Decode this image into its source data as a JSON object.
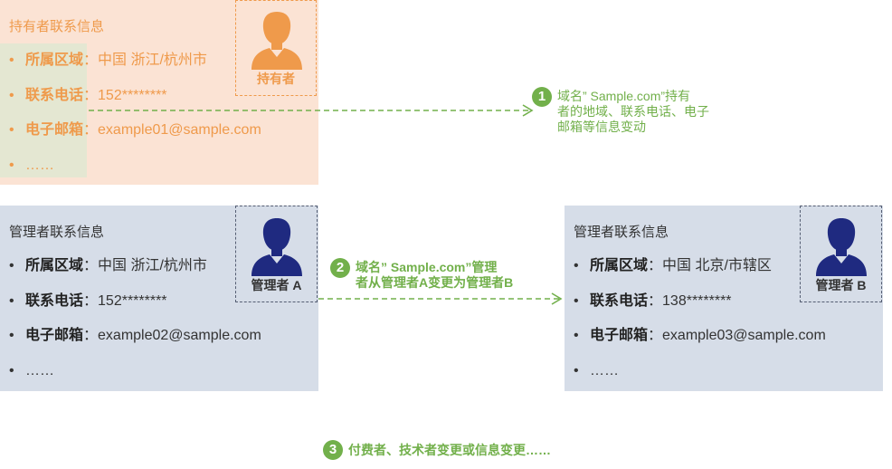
{
  "owner": {
    "title": "持有者联系信息",
    "avatar_label": "持有者",
    "fields": [
      {
        "label": "所属区域",
        "value": "：中国 浙江/杭州市"
      },
      {
        "label": "联系电话",
        "value": "：152********"
      },
      {
        "label": "电子邮箱",
        "value": "：example01@sample.com"
      }
    ],
    "more": "……",
    "bullet": "•"
  },
  "admin_a": {
    "title": "管理者联系信息",
    "avatar_label": "管理者 A",
    "fields": [
      {
        "label": "所属区域",
        "value": "：中国 浙江/杭州市"
      },
      {
        "label": "联系电话",
        "value": "：152********"
      },
      {
        "label": "电子邮箱",
        "value": "：example02@sample.com"
      }
    ],
    "more": "……",
    "bullet": "•"
  },
  "admin_b": {
    "title": "管理者联系信息",
    "avatar_label": "管理者 B",
    "fields": [
      {
        "label": "所属区域",
        "value": "：中国 北京/市辖区"
      },
      {
        "label": "联系电话",
        "value": "：138********"
      },
      {
        "label": "电子邮箱",
        "value": "：example03@sample.com"
      }
    ],
    "more": "……",
    "bullet": "•"
  },
  "notes": [
    {
      "number": "1",
      "lines": [
        "域名” Sample.com”持有",
        "者的地域、联系电话、电子",
        "邮箱等信息变动"
      ]
    },
    {
      "number": "2",
      "lines": [
        "域名” Sample.com”管理",
        "者从管理者A变更为管理者B"
      ]
    },
    {
      "number": "3",
      "lines": [
        "付费者、技术者变更或信息变更……"
      ]
    }
  ],
  "colors": {
    "owner_accent": "#ef9a4b",
    "owner_bg": "#fbe3d4",
    "admin_bg": "#d6dde8",
    "admin_avatar": "#1f2a80",
    "note_green": "#72b04b"
  },
  "icons": {
    "avatar": "user-silhouette-icon"
  }
}
